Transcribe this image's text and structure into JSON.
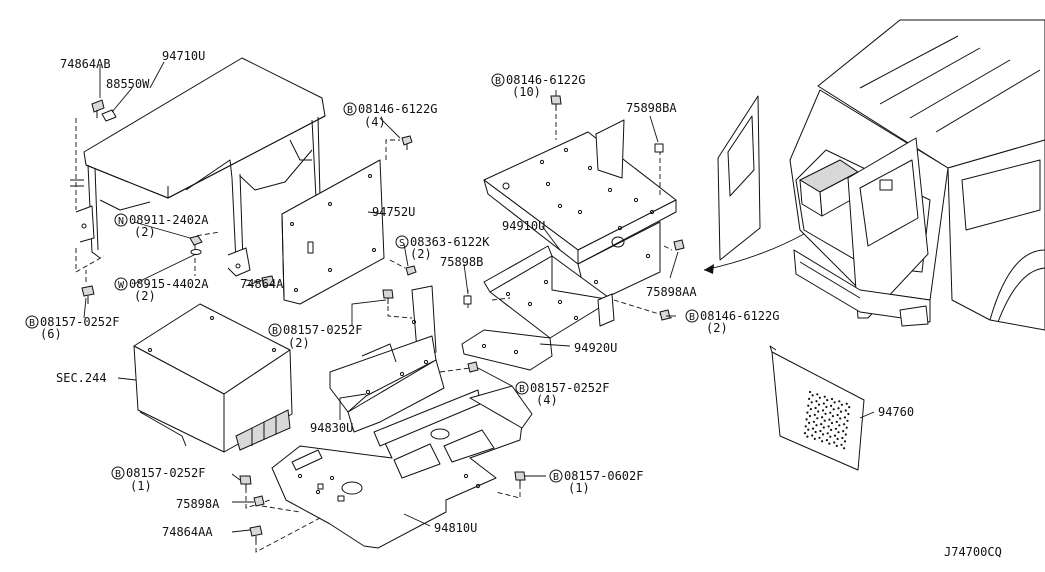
{
  "diagram_code": "J74700CQ",
  "labels": {
    "p74864AB": "74864AB",
    "p94710U": "94710U",
    "p88550W": "88550W",
    "b08146_6122G_a": "08146-6122G",
    "q4_a": "(4)",
    "n08911_2402A": "08911-2402A",
    "q2_a": "(2)",
    "p94752U": "94752U",
    "s08363_6122K": "08363-6122K",
    "q2_b": "(2)",
    "w08915_4402A": "08915-4402A",
    "q2_c": "(2)",
    "p74864A": "74864A",
    "b08157_0252F_a": "08157-0252F",
    "q6": "(6)",
    "sec244": "SEC.244",
    "b08157_0252F_b": "08157-0252F",
    "q2_d": "(2)",
    "b08146_6122G_b": "08146-6122G",
    "q10": "(10)",
    "p75898BA": "75898BA",
    "p94910U": "94910U",
    "p75898B": "75898B",
    "p75898AA": "75898AA",
    "b08146_6122G_c": "08146-6122G",
    "q2_e": "(2)",
    "p94920U": "94920U",
    "b08157_0252F_c": "08157-0252F",
    "q4_b": "(4)",
    "p94830U": "94830U",
    "b08157_0252F_d": "08157-0252F",
    "q1_a": "(1)",
    "p75898A": "75898A",
    "p74864AA": "74864AA",
    "p94810U": "94810U",
    "b08157_0602F": "08157-0602F",
    "q1_b": "(1)",
    "p94760": "94760"
  },
  "markers": {
    "b": "B",
    "n": "N",
    "s": "S",
    "w": "W"
  }
}
